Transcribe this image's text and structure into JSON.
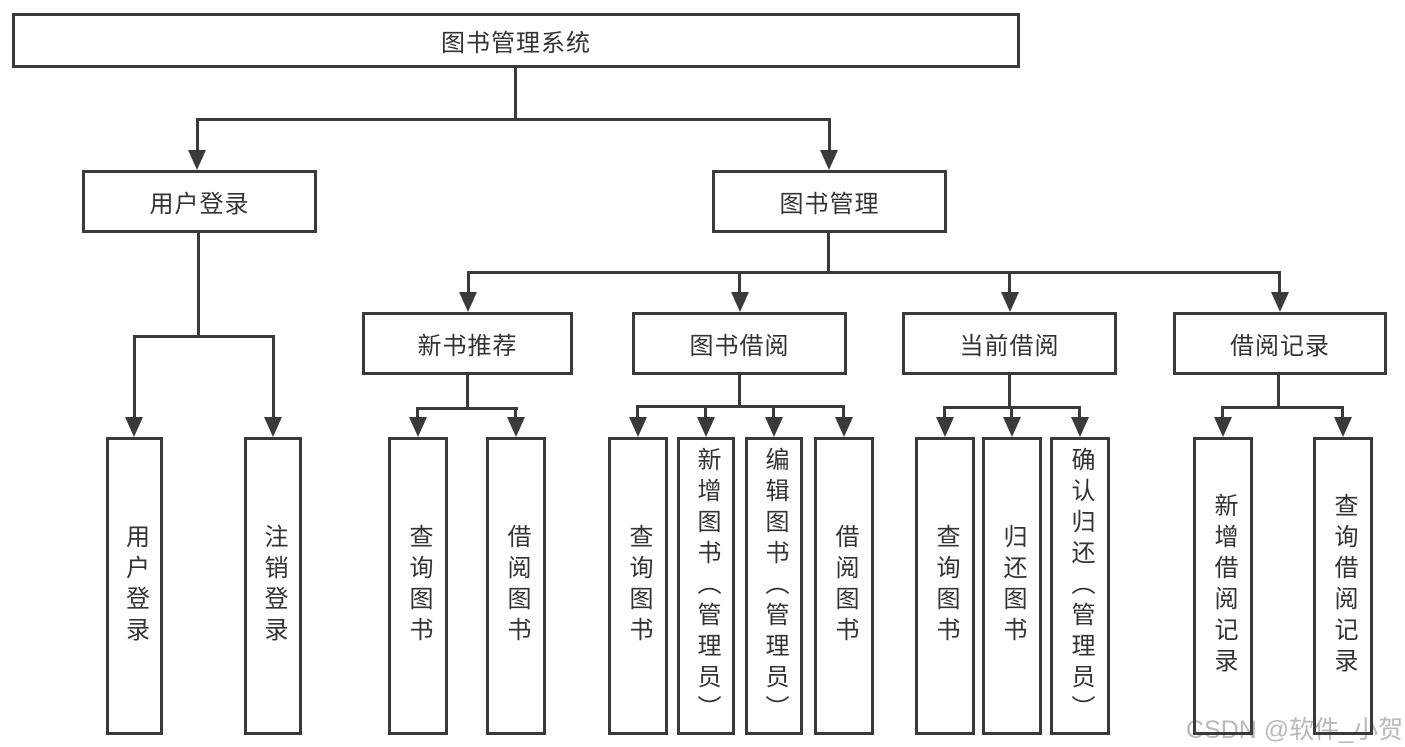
{
  "tree": {
    "label": "图书管理系统",
    "children": [
      {
        "label": "用户登录",
        "children": [
          {
            "label": "用户登录"
          },
          {
            "label": "注销登录"
          }
        ]
      },
      {
        "label": "图书管理",
        "children": [
          {
            "label": "新书推荐",
            "children": [
              {
                "label": "查询图书"
              },
              {
                "label": "借阅图书"
              }
            ]
          },
          {
            "label": "图书借阅",
            "children": [
              {
                "label": "查询图书"
              },
              {
                "label": "新增图书（管理员）"
              },
              {
                "label": "编辑图书（管理员）"
              },
              {
                "label": "借阅图书"
              }
            ]
          },
          {
            "label": "当前借阅",
            "children": [
              {
                "label": "查询图书"
              },
              {
                "label": "归还图书"
              },
              {
                "label": "确认归还（管理员）"
              }
            ]
          },
          {
            "label": "借阅记录",
            "children": [
              {
                "label": "新增借阅记录"
              },
              {
                "label": "查询借阅记录"
              }
            ]
          }
        ]
      }
    ]
  },
  "watermark": {
    "text": "CSDN @软件_小贺同学"
  },
  "colors": {
    "line": "#3a3a3a",
    "box_fill": "#ffffff",
    "text": "#333333",
    "watermark": "#b9b9b9",
    "background": "#ffffff"
  }
}
